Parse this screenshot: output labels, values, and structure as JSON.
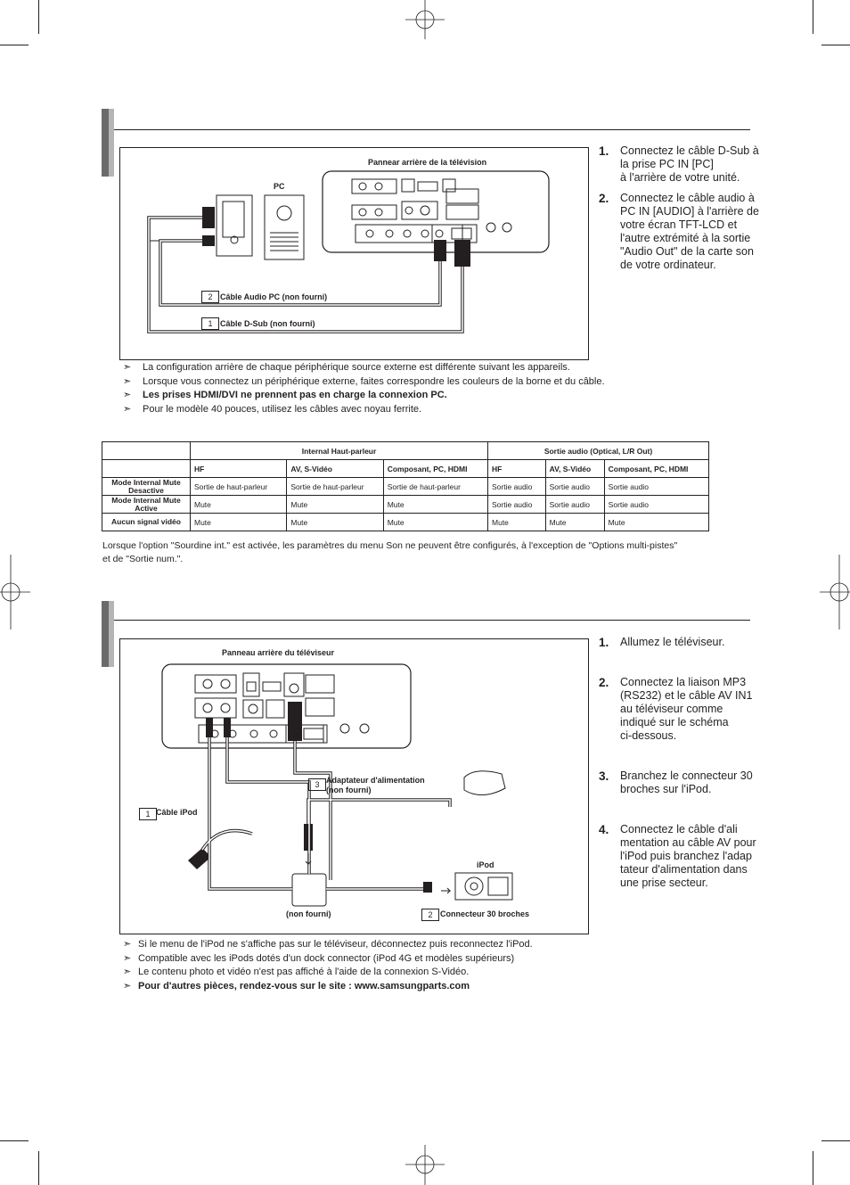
{
  "diagram1": {
    "tv_label": "Pannear arrière de la télévision",
    "pc_label": "PC",
    "cable2_num": "2",
    "cable2_label": "Câble Audio PC (non fourni)",
    "cable1_num": "1",
    "cable1_label": "Câble D-Sub (non fourni)"
  },
  "steps1": [
    {
      "n": "1.",
      "text": "Connectez le câble D-Sub à\nla prise PC IN [PC]\nà l'arrière de votre unité."
    },
    {
      "n": "2.",
      "text": "Connectez le câble audio à\nPC IN [AUDIO] à l'arrière de\nvotre écran TFT-LCD et\nl'autre extrémité à la sortie\n\"Audio Out\" de la carte son\nde votre ordinateur."
    }
  ],
  "notes1": [
    {
      "text": "La configuration arrière de chaque périphérique source externe est différente suivant les appareils.",
      "bold": false
    },
    {
      "text": "Lorsque vous connectez un périphérique externe, faites correspondre les couleurs de la borne et du câble.",
      "bold": false
    },
    {
      "text": "Les prises HDMI/DVI ne prennent pas en charge la connexion PC.",
      "bold": true
    },
    {
      "text": "Pour le modèle 40 pouces, utilisez les câbles avec noyau ferrite.",
      "bold": false
    }
  ],
  "note_arrow": "➣",
  "table": {
    "group1": "Internal Haut-parleur",
    "group2": "Sortie audio (Optical, L/R Out)",
    "subheads": [
      "HF",
      "AV, S-Vidéo",
      "Composant, PC, HDMI",
      "HF",
      "AV, S-Vidéo",
      "Composant, PC, HDMI"
    ],
    "rows": [
      {
        "label": "Mode Internal Mute Desactive",
        "cells": [
          "Sortie de haut-parleur",
          "Sortie de haut-parleur",
          "Sortie de haut-parleur",
          "Sortie audio",
          "Sortie audio",
          "Sortie audio"
        ]
      },
      {
        "label": "Mode Internal Mute Active",
        "cells": [
          "Mute",
          "Mute",
          "Mute",
          "Sortie audio",
          "Sortie audio",
          "Sortie audio"
        ]
      },
      {
        "label": "Aucun signal vidéo",
        "cells": [
          "Mute",
          "Mute",
          "Mute",
          "Mute",
          "Mute",
          "Mute"
        ]
      }
    ]
  },
  "table_note": "Lorsque l'option \"Sourdine int.\" est activée, les paramètres du menu Son ne peuvent être configurés, à l'exception de \"Options multi-pistes\"\net de \"Sortie num.\".",
  "diagram2": {
    "tv_label": "Panneau arrière du téléviseur",
    "adapter_num": "3",
    "adapter_label": "Adaptateur d'alimentation\n(non fourni)",
    "cable_num": "1",
    "cable_label": "Câble iPod",
    "dock_label": "(non fourni)",
    "ipod_label": "iPod",
    "conn_num": "2",
    "conn_label": "Connecteur 30 broches"
  },
  "steps2": [
    {
      "n": "1.",
      "text": "Allumez le téléviseur."
    },
    {
      "n": "2.",
      "text": "Connectez la liaison MP3\n(RS232) et le câble AV IN1\nau téléviseur comme\nindiqué sur le schéma\nci-dessous."
    },
    {
      "n": "3.",
      "text": "Branchez le connecteur 30\nbroches sur l'iPod."
    },
    {
      "n": "4.",
      "text": "Connectez le câble d'ali\nmentation au câble AV pour\nl'iPod puis branchez l'adap\ntateur d'alimentation dans\nune prise secteur."
    }
  ],
  "notes2": [
    {
      "text": "Si le menu de l'iPod ne s'affiche pas sur le téléviseur, déconnectez puis reconnectez l'iPod.",
      "bold": false
    },
    {
      "text": "Compatible avec les iPods dotés d'un dock connector (iPod 4G et modèles supérieurs)",
      "bold": false
    },
    {
      "text": "Le contenu photo et vidéo n'est pas affiché à l'aide de la connexion S-Vidéo.",
      "bold": false
    },
    {
      "text": "Pour d'autres pièces, rendez-vous sur le site : www.samsungparts.com",
      "bold": true
    }
  ]
}
